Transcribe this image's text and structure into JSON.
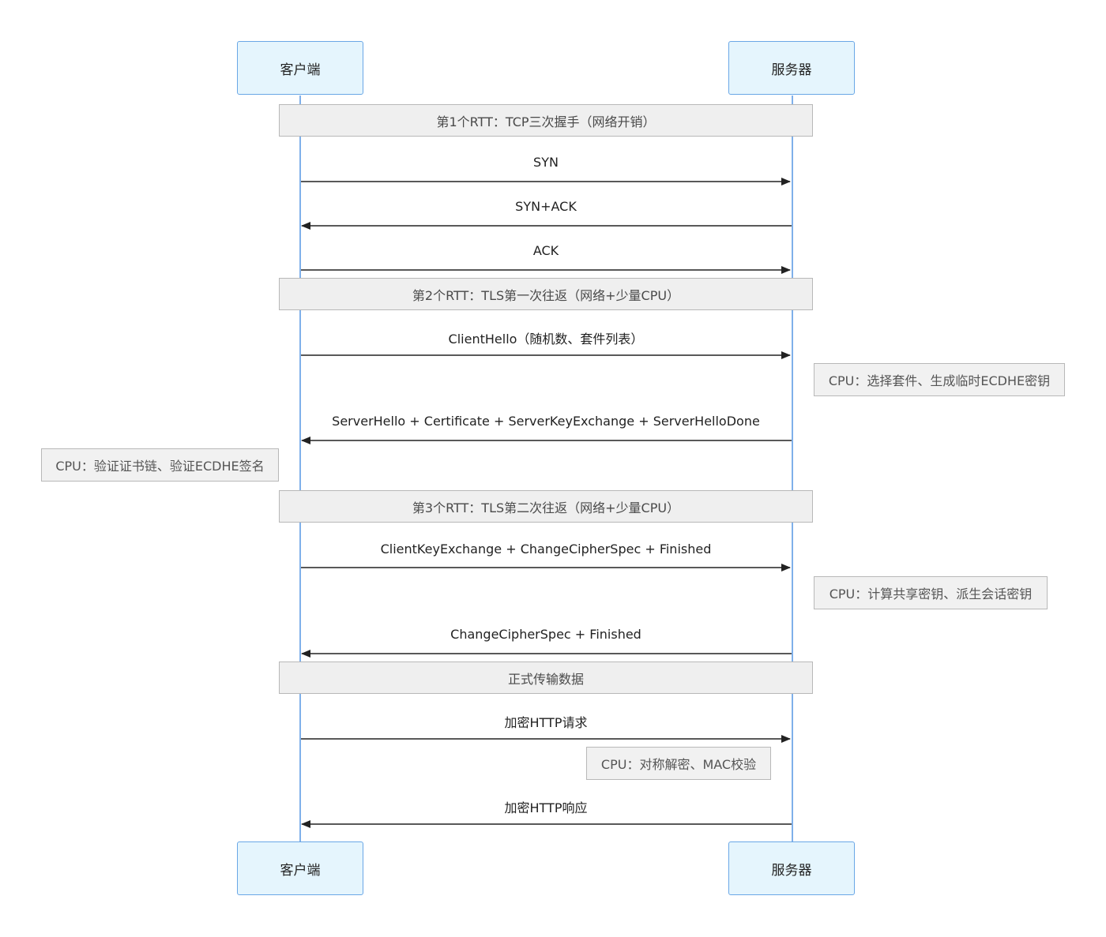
{
  "participants": {
    "client": "客户端",
    "server": "服务器"
  },
  "phases": [
    {
      "label": "第1个RTT：TCP三次握手（网络开销）"
    },
    {
      "label": "第2个RTT：TLS第一次往返（网络+少量CPU）"
    },
    {
      "label": "第3个RTT：TLS第二次往返（网络+少量CPU）"
    },
    {
      "label": "正式传输数据"
    }
  ],
  "messages": [
    {
      "label": "SYN",
      "from": "client",
      "to": "server"
    },
    {
      "label": "SYN+ACK",
      "from": "server",
      "to": "client"
    },
    {
      "label": "ACK",
      "from": "client",
      "to": "server"
    },
    {
      "label": "ClientHello（随机数、套件列表）",
      "from": "client",
      "to": "server"
    },
    {
      "label": "ServerHello + Certificate + ServerKeyExchange + ServerHelloDone",
      "from": "server",
      "to": "client"
    },
    {
      "label": "ClientKeyExchange + ChangeCipherSpec + Finished",
      "from": "client",
      "to": "server"
    },
    {
      "label": "ChangeCipherSpec + Finished",
      "from": "server",
      "to": "client"
    },
    {
      "label": "加密HTTP请求",
      "from": "client",
      "to": "server"
    },
    {
      "label": "加密HTTP响应",
      "from": "server",
      "to": "client"
    }
  ],
  "notes": [
    {
      "label": "CPU：选择套件、生成临时ECDHE密钥",
      "position": "right of 服务器"
    },
    {
      "label": "CPU：验证证书链、验证ECDHE签名",
      "position": "left of 客户端"
    },
    {
      "label": "CPU：计算共享密钥、派生会话密钥",
      "position": "right of 服务器"
    },
    {
      "label": "CPU：对称解密、MAC校验",
      "position": "left of 服务器"
    }
  ],
  "colors": {
    "actor_fill": "#e5f5fd",
    "actor_border": "#6aa7e6",
    "lifeline": "#7fb0ea",
    "band_fill": "#efefef",
    "note_fill": "#f1f1f1",
    "arrow": "#222222"
  }
}
